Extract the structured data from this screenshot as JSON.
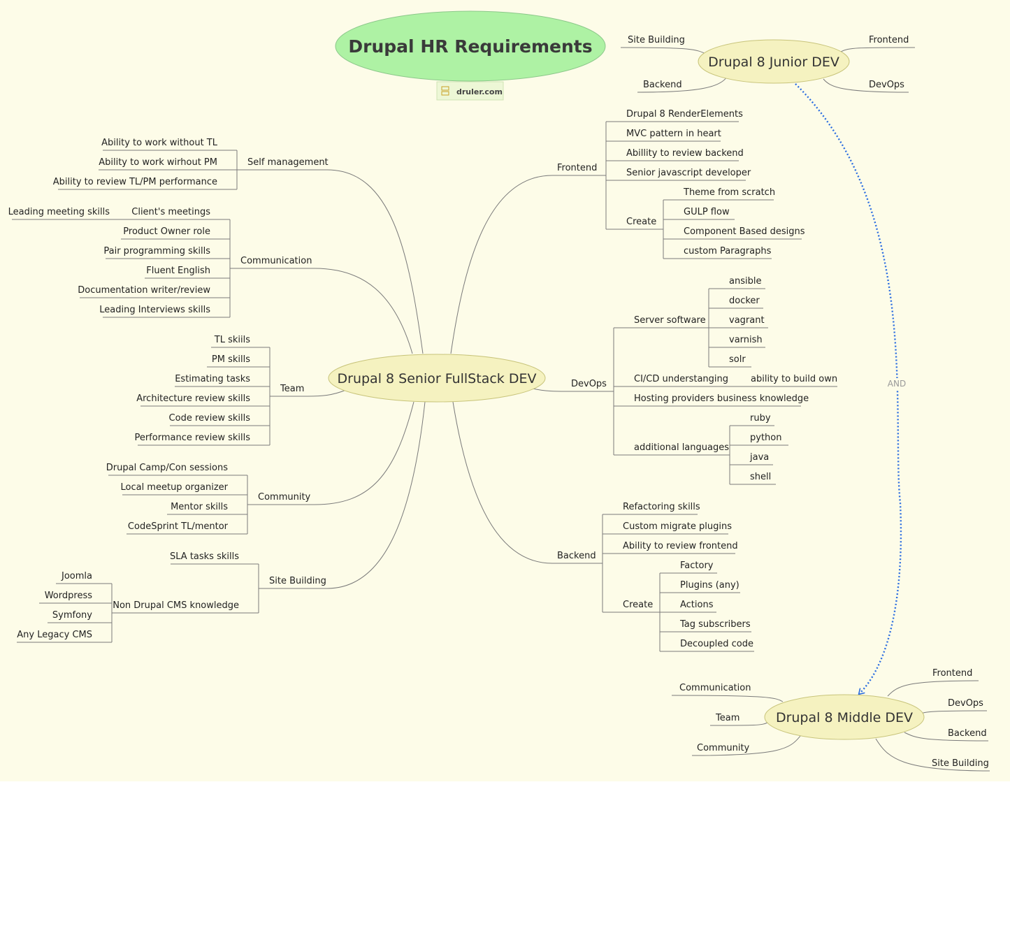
{
  "root": {
    "title": "Drupal HR Requirements",
    "link": "druler.com"
  },
  "relation": {
    "label": "AND"
  },
  "senior": {
    "title": "Drupal 8 Senior FullStack DEV",
    "left": {
      "self_management": {
        "label": "Self management",
        "items": [
          "Ability to work without TL",
          "Ability to work wirhout PM",
          "Ability to review TL/PM performance"
        ]
      },
      "communication": {
        "label": "Communication",
        "clients_meetings": "Client's meetings",
        "leading_meeting": "Leading meeting skills",
        "items": [
          "Product Owner role",
          "Pair programming skills",
          "Fluent English",
          "Documentation writer/review",
          "Leading Interviews skills"
        ]
      },
      "team": {
        "label": "Team",
        "items": [
          "TL skiils",
          "PM skills",
          "Estimating tasks",
          "Architecture review skills",
          "Code review skills",
          "Performance review skills"
        ]
      },
      "community": {
        "label": "Community",
        "items": [
          "Drupal Camp/Con sessions",
          "Local meetup organizer",
          "Mentor skills",
          "CodeSprint TL/mentor"
        ]
      },
      "site_building": {
        "label": "Site Building",
        "sla": "SLA tasks skills",
        "non_drupal": {
          "label": "Non Drupal CMS knowledge",
          "items": [
            "Joomla",
            "Wordpress",
            "Symfony",
            "Any Legacy CMS"
          ]
        }
      }
    },
    "right": {
      "frontend": {
        "label": "Frontend",
        "items": [
          "Drupal 8 RenderElements",
          "MVC pattern in heart",
          "Abillity to review backend",
          "Senior javascript developer"
        ],
        "create": {
          "label": "Create",
          "items": [
            "Theme from scratch",
            "GULP flow",
            "Component Based designs",
            "custom Paragraphs"
          ]
        }
      },
      "devops": {
        "label": "DevOps",
        "server_software": {
          "label": "Server software",
          "items": [
            "ansible",
            "docker",
            "vagrant",
            "varnish",
            "solr"
          ]
        },
        "cicd": {
          "label": "CI/CD understanging",
          "child": "ability to build own"
        },
        "hosting": "Hosting providers business knowledge",
        "languages": {
          "label": "additional languages",
          "items": [
            "ruby",
            "python",
            "java",
            "shell"
          ]
        }
      },
      "backend": {
        "label": "Backend",
        "items": [
          "Refactoring skills",
          "Custom migrate plugins",
          "Ability to review frontend"
        ],
        "create": {
          "label": "Create",
          "items": [
            "Factory",
            "Plugins (any)",
            "Actions",
            "Tag subscribers",
            "Decoupled code"
          ]
        }
      }
    }
  },
  "junior": {
    "title": "Drupal 8 Junior DEV",
    "branches": [
      "Site Building",
      "Frontend",
      "Backend",
      "DevOps"
    ]
  },
  "middle": {
    "title": "Drupal 8 Middle DEV",
    "left": [
      "Communication",
      "Team",
      "Community"
    ],
    "right": [
      "Frontend",
      "DevOps",
      "Backend",
      "Site Building"
    ]
  },
  "colors": {
    "background": "#fdfce8",
    "root_fill": "#aef2a4",
    "topic_fill": "#f5f2c0",
    "relation_line": "#2b6de0",
    "branch_line": "#7a7a7a"
  }
}
